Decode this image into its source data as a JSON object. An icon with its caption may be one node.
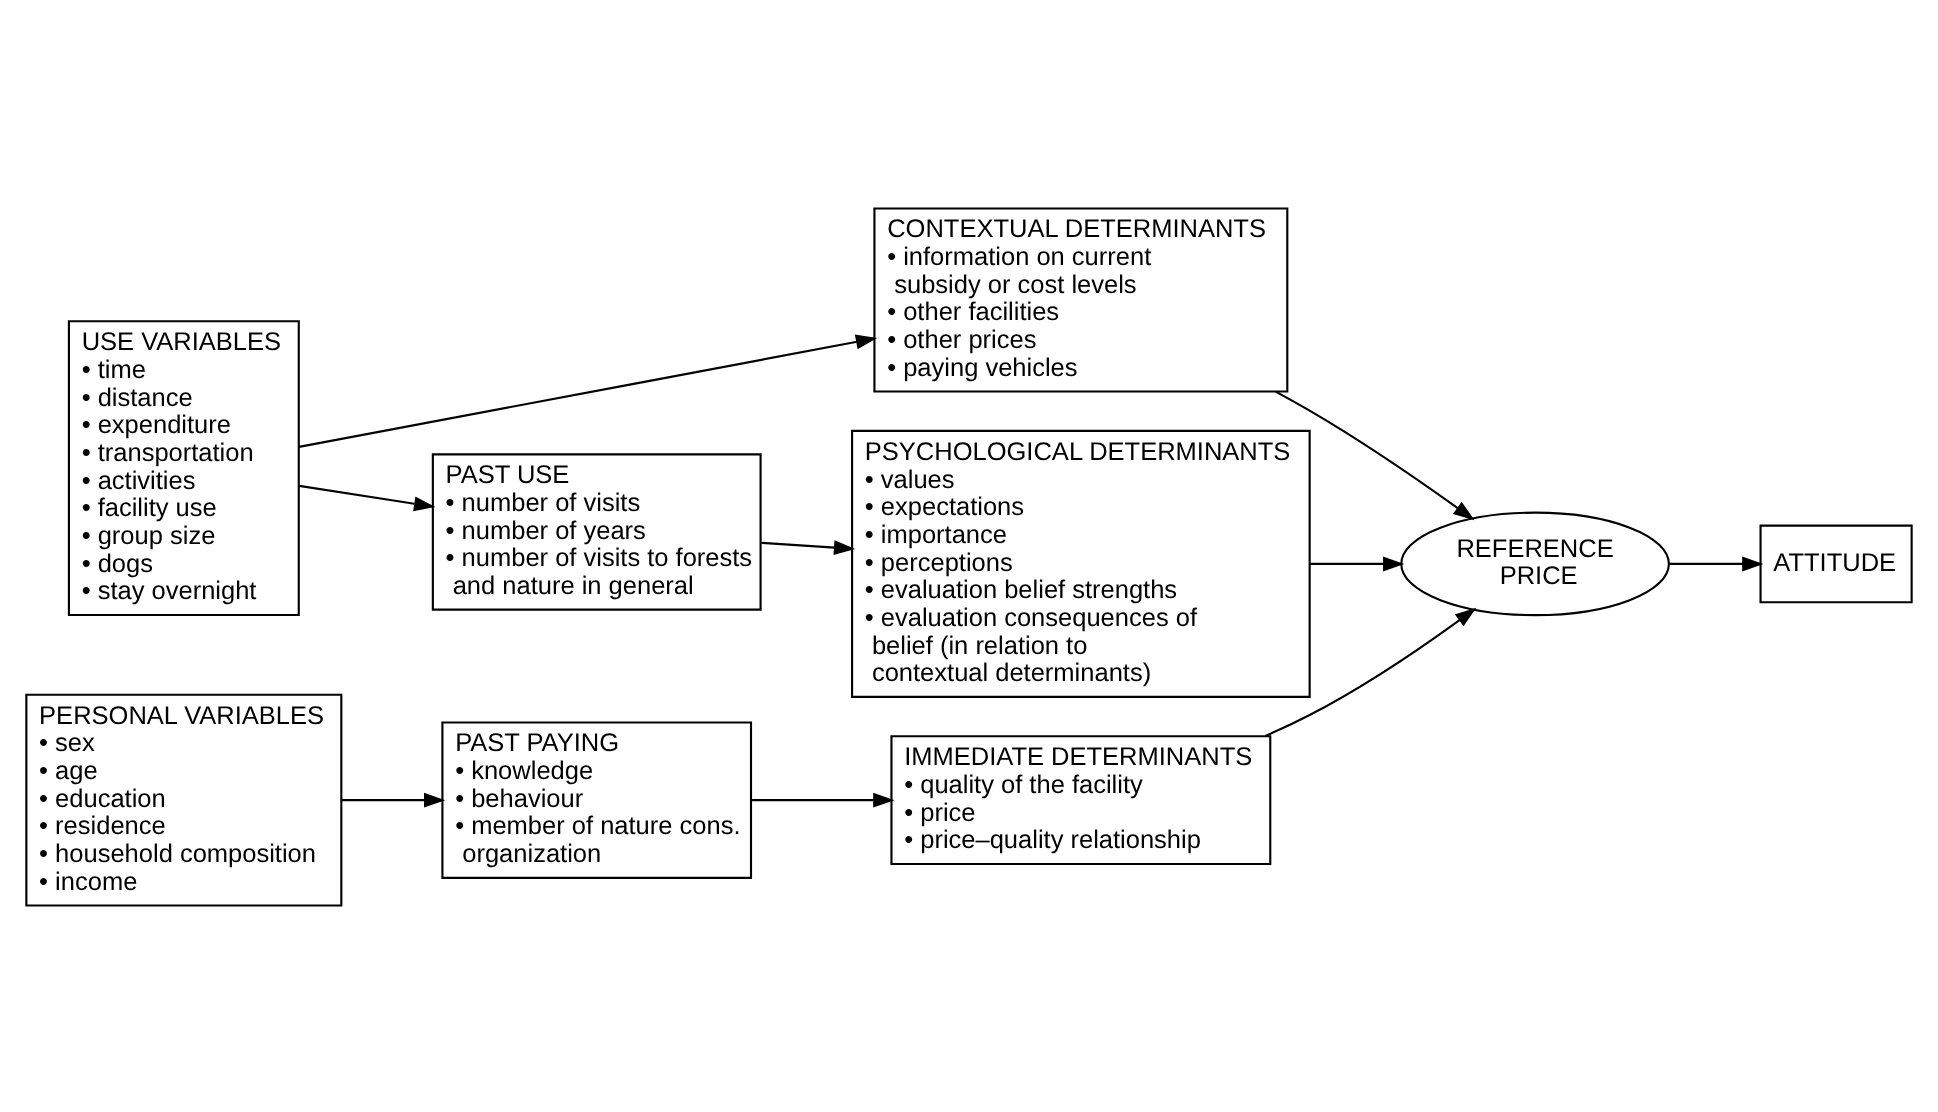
{
  "diagram": {
    "nodes": [
      {
        "text": [
          "USE VARIABLES",
          "• time",
          "• distance",
          "• expenditure",
          "• transportation",
          "• activities",
          "• facility use",
          "• group size",
          "• dogs",
          "• stay overnight"
        ]
      },
      {
        "text": [
          "PAST PAYING",
          "• knowledge",
          "• behaviour",
          "• member of nature cons. organization"
        ]
      },
      {
        "text": [
          "PSYCHOLOGICAL DETERMINANTS",
          "• values",
          "• expectations",
          "• importance",
          "• perceptions",
          "• evaluation belief strengths",
          "• evaluation consequences of belief (in relation to contextual determinants)"
        ]
      },
      {
        "text": [
          "CONTEXTUAL DETERMINANTS",
          "• information on current subsidy or cost levels",
          "• other facilities",
          "• other prices",
          "• paying vehicles"
        ]
      },
      {
        "text": [
          "REFERENCE PRICE"
        ]
      },
      {
        "text": [
          "ATTITUDE"
        ]
      },
      {
        "text": [
          "PERSONAL VARIABLES",
          "• sex",
          "• age",
          "• education",
          "• residence",
          "• household composition",
          "• income"
        ]
      },
      {
        "text": [
          "PAST USE",
          "• number of visits",
          "• number of years",
          "• number of visits to forests and nature in general"
        ]
      },
      {
        "text": [
          "IMMEDIATE DETERMINANTS",
          "• quality of the facility",
          "• price",
          "• price–quality relationship"
        ]
      }
    ],
    "edges": [
      {
        "from": 0,
        "to": 7,
        "arrow": "to"
      },
      {
        "from": 0,
        "to": 3,
        "arrow": "to"
      },
      {
        "from": 6,
        "to": 1,
        "arrow": "to"
      },
      {
        "from": 7,
        "to": 2,
        "arrow": "to"
      },
      {
        "from": 1,
        "to": 8,
        "arrow": "to"
      },
      {
        "from": 2,
        "to": 4,
        "arrow": "to"
      },
      {
        "from": 3,
        "to": 4,
        "arrow": "to"
      },
      {
        "from": 8,
        "to": 4,
        "arrow": "to"
      },
      {
        "from": 4,
        "to": 5,
        "arrow": "to"
      }
    ]
  }
}
